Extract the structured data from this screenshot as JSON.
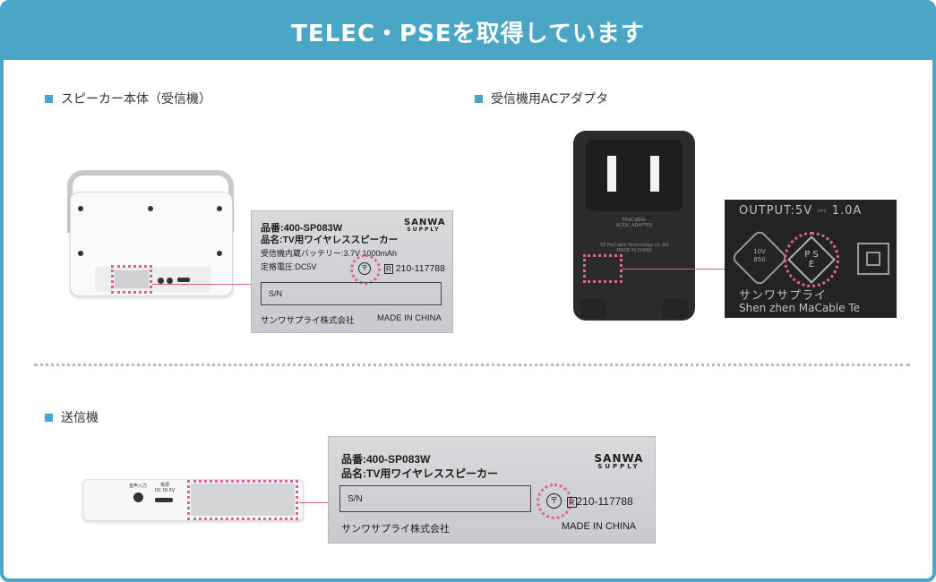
{
  "header": {
    "title": "TELEC・PSEを取得しています"
  },
  "sections": {
    "speaker": "スピーカー本体（受信機）",
    "adapter": "受信機用ACアダプタ",
    "transmitter": "送信機"
  },
  "label": {
    "model": "品番:400-SP083W",
    "name": "品名:TV用ワイヤレススピーカー",
    "battery": "受信機内蔵バッテリー:3.7V 1000mAh",
    "rated": "定格電圧:DC5V",
    "cert_no": "210-117788",
    "sn": "S/N",
    "company": "サンワサプライ株式会社",
    "origin": "MADE IN CHINA",
    "brand_top": "SANWA",
    "brand_bottom": "SUPPLY"
  },
  "adapter_closeup": {
    "output": "OUTPUT:5V ⎓ 1.0A",
    "pse_p": "P S",
    "pse_e": "E",
    "maker_jp": "サンワサプライ",
    "maker_en": "Shen zhen MaCable Te",
    "mark_10v": "10V",
    "mark_850": "850"
  },
  "transmitter": {
    "audio_in": "音声入力",
    "power": "電源",
    "dc_in": "DC IN 5V"
  },
  "colors": {
    "accent": "#4aa6c4",
    "highlight": "#e0609e"
  }
}
